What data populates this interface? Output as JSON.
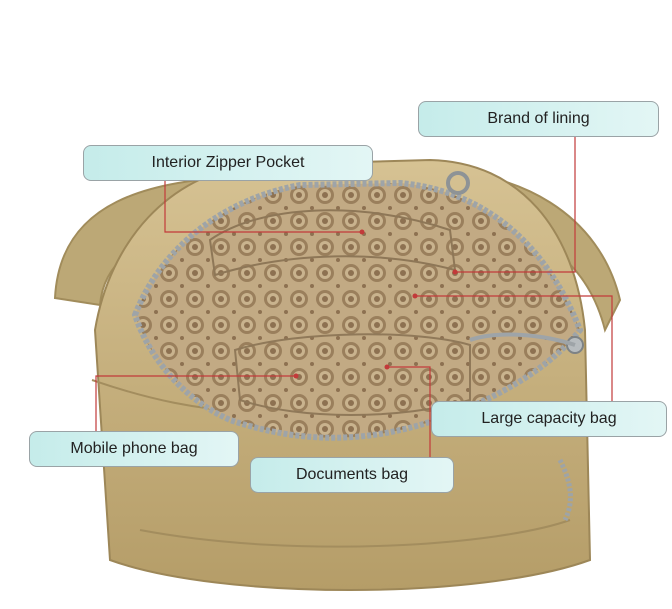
{
  "callouts": {
    "interior_zipper_pocket": "Interior Zipper Pocket",
    "brand_of_lining": "Brand of lining",
    "large_capacity_bag": "Large capacity bag",
    "mobile_phone_bag": "Mobile phone bag",
    "documents_bag": "Documents bag"
  },
  "colors": {
    "bag_fabric": "#c8b27e",
    "lining": "#b39b74",
    "zipper": "#9ea4a8",
    "leader_line": "#c23a3a",
    "callout_fill": "#d3f0ee"
  }
}
